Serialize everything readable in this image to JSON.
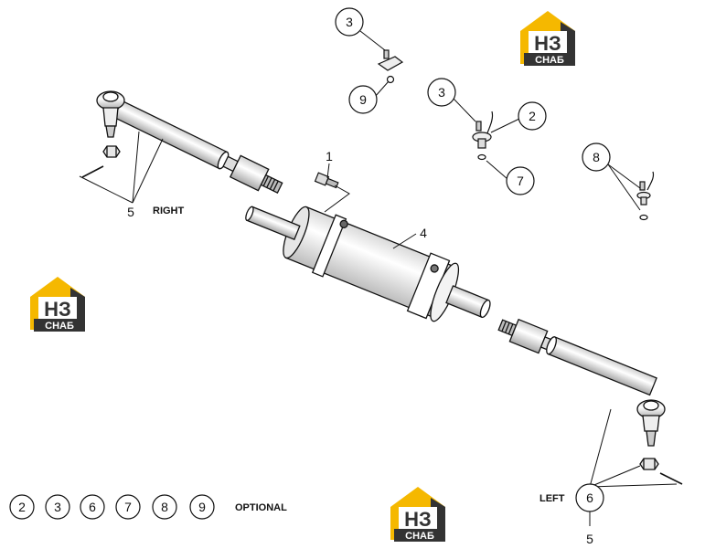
{
  "callouts": {
    "c3a": "3",
    "c9": "9",
    "c3b": "3",
    "c2": "2",
    "c7": "7",
    "c8": "8",
    "c1": "1",
    "c4": "4",
    "c5right": "5",
    "c6": "6",
    "c5left": "5"
  },
  "side_labels": {
    "right": "RIGHT",
    "left": "LEFT"
  },
  "optional": {
    "items": [
      "2",
      "3",
      "6",
      "7",
      "8",
      "9"
    ],
    "label": "OPTIONAL"
  },
  "colors": {
    "line": "#111111",
    "logo_yellow": "#F5B800",
    "logo_dark": "#333333"
  }
}
